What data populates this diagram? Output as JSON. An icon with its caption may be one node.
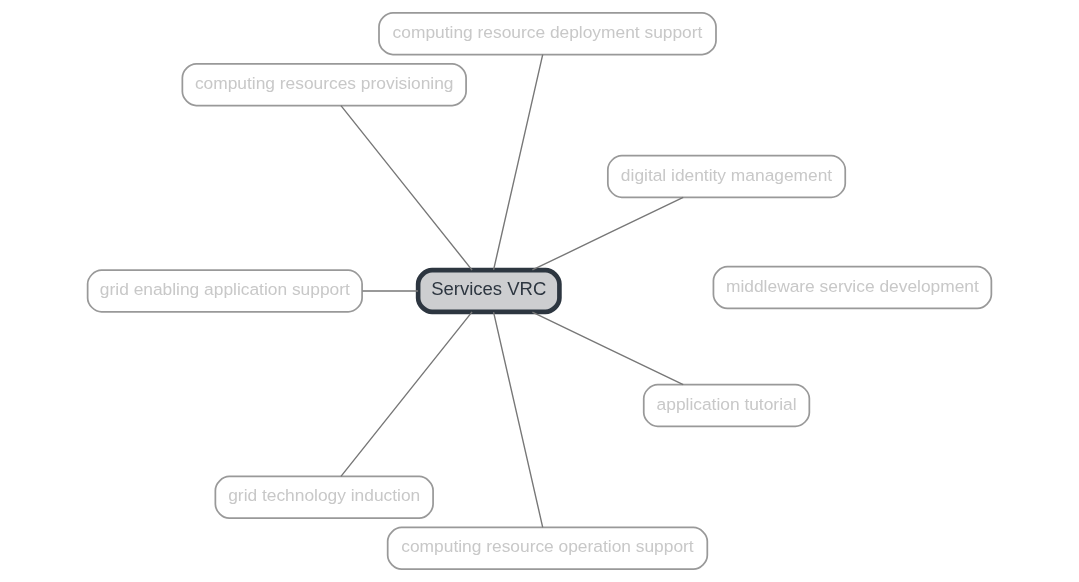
{
  "diagram": {
    "nodes": [
      {
        "text": [
          "Services VRC"
        ]
      },
      {
        "text": [
          "digital identity management"
        ]
      },
      {
        "text": [
          "computing resource deployment support"
        ]
      },
      {
        "text": [
          "computing resources provisioning"
        ]
      },
      {
        "text": [
          "grid enabling application support"
        ]
      },
      {
        "text": [
          "grid technology induction"
        ]
      },
      {
        "text": [
          "middleware service development"
        ]
      },
      {
        "text": [
          "computing resource operation support"
        ]
      },
      {
        "text": [
          "application tutorial"
        ]
      }
    ],
    "edges": [
      {
        "from": 0,
        "to": 1,
        "arrow": "none"
      },
      {
        "from": 0,
        "to": 2,
        "arrow": "none"
      },
      {
        "from": 0,
        "to": 3,
        "arrow": "none"
      },
      {
        "from": 0,
        "to": 4,
        "arrow": "none"
      },
      {
        "from": 0,
        "to": 5,
        "arrow": "none"
      },
      {
        "from": 0,
        "to": 7,
        "arrow": "none"
      },
      {
        "from": 0,
        "to": 8,
        "arrow": "none"
      }
    ]
  }
}
